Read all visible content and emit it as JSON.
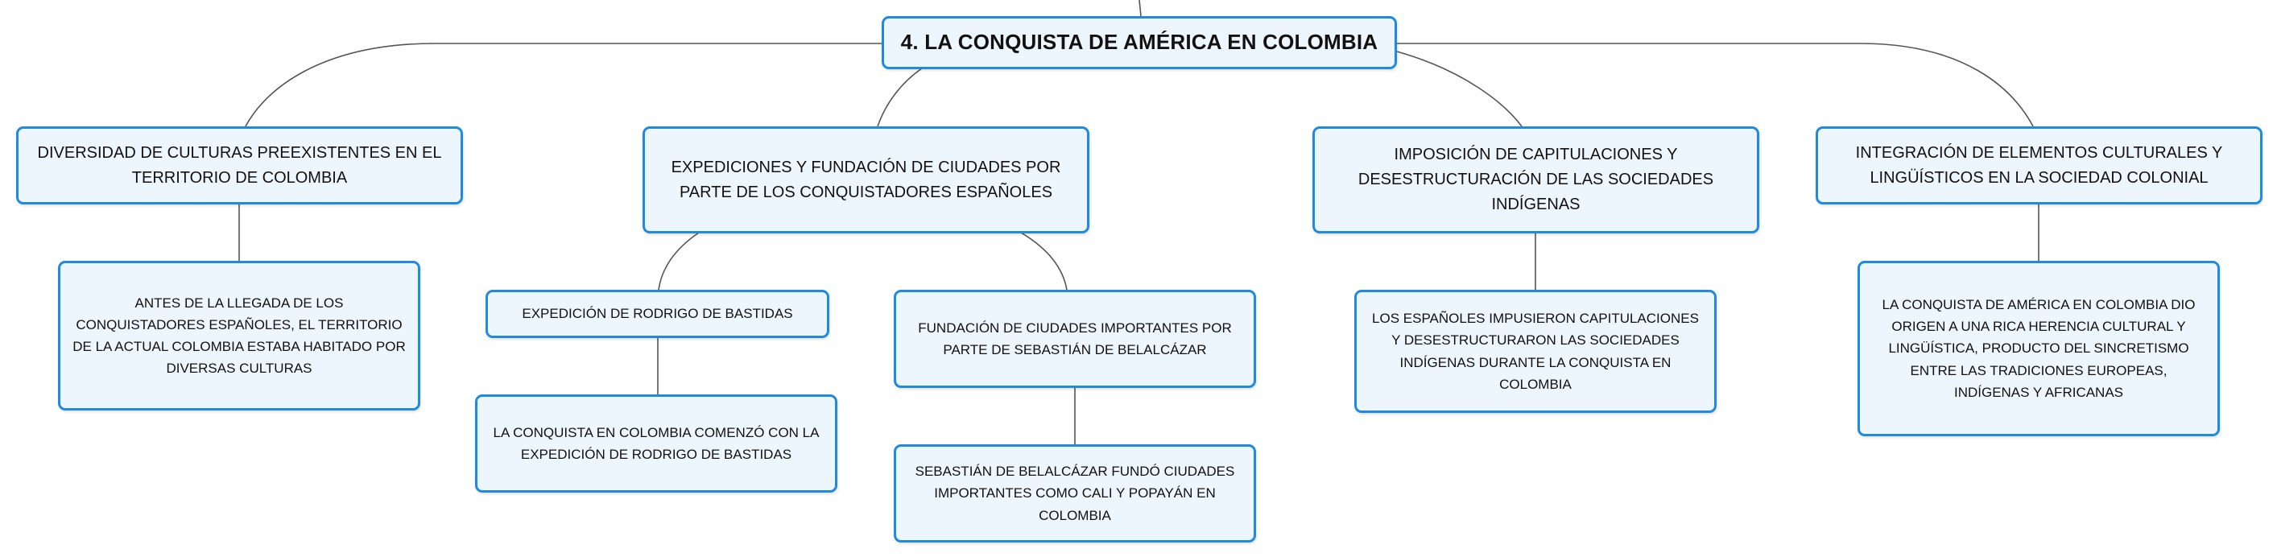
{
  "map": {
    "root": "4. LA CONQUISTA DE AMÉRICA EN COLOMBIA",
    "branch1": {
      "title": "DIVERSIDAD DE CULTURAS PREEXISTENTES EN EL TERRITORIO DE COLOMBIA",
      "detail": "ANTES DE LA LLEGADA DE LOS CONQUISTADORES ESPAÑOLES, EL TERRITORIO DE LA ACTUAL COLOMBIA ESTABA HABITADO POR DIVERSAS CULTURAS"
    },
    "branch2": {
      "title": "EXPEDICIONES Y FUNDACIÓN DE CIUDADES POR PARTE DE LOS CONQUISTADORES ESPAÑOLES",
      "sub1": {
        "title": "EXPEDICIÓN DE RODRIGO DE BASTIDAS",
        "detail": "LA CONQUISTA EN COLOMBIA COMENZÓ CON LA EXPEDICIÓN DE RODRIGO DE BASTIDAS"
      },
      "sub2": {
        "title": "FUNDACIÓN DE CIUDADES IMPORTANTES POR PARTE DE SEBASTIÁN DE BELALCÁZAR",
        "detail": "SEBASTIÁN DE BELALCÁZAR FUNDÓ CIUDADES IMPORTANTES COMO CALI Y POPAYÁN EN COLOMBIA"
      }
    },
    "branch3": {
      "title": "IMPOSICIÓN DE CAPITULACIONES Y DESESTRUCTURACIÓN DE LAS SOCIEDADES INDÍGENAS",
      "detail": "LOS ESPAÑOLES IMPUSIERON CAPITULACIONES Y DESESTRUCTURARON LAS SOCIEDADES INDÍGENAS DURANTE LA CONQUISTA EN COLOMBIA"
    },
    "branch4": {
      "title": "INTEGRACIÓN DE ELEMENTOS CULTURALES Y LINGÜÍSTICOS EN LA SOCIEDAD COLONIAL",
      "detail": "LA CONQUISTA DE AMÉRICA EN COLOMBIA DIO ORIGEN A UNA RICA HERENCIA CULTURAL Y LINGÜÍSTICA, PRODUCTO DEL SINCRETISMO ENTRE LAS TRADICIONES EUROPEAS, INDÍGENAS Y AFRICANAS"
    }
  },
  "colors": {
    "node_border": "#1f8ae0",
    "node_fill": "#eef6fd",
    "connector": "#555555"
  }
}
